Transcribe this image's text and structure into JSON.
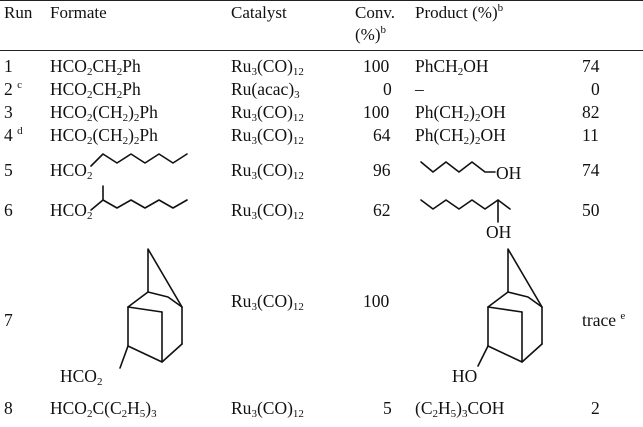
{
  "table": {
    "headers": {
      "run": "Run",
      "formate": "Formate",
      "catalyst": "Catalyst",
      "conv": "Conv.",
      "conv_unit": "(%)",
      "conv_note": "b",
      "product": "Product (%)",
      "product_note": "b"
    },
    "rows": [
      {
        "run": "1",
        "note": "",
        "formate": "HCO2CH2Ph",
        "catalyst": "Ru3(CO)12",
        "conv": "100",
        "product": "PhCH2OH",
        "yield": "74"
      },
      {
        "run": "2",
        "note": "c",
        "formate": "HCO2CH2Ph",
        "catalyst": "Ru(acac)3",
        "conv": "0",
        "product": "–",
        "yield": "0"
      },
      {
        "run": "3",
        "note": "",
        "formate": "HCO2(CH2)2Ph",
        "catalyst": "Ru3(CO)12",
        "conv": "100",
        "product": "Ph(CH2)2OH",
        "yield": "82"
      },
      {
        "run": "4",
        "note": "d",
        "formate": "HCO2(CH2)2Ph",
        "catalyst": "Ru3(CO)12",
        "conv": "64",
        "product": "Ph(CH2)2OH",
        "yield": "11"
      },
      {
        "run": "5",
        "note": "",
        "formate": "HCO2",
        "catalyst": "Ru3(CO)12",
        "conv": "96",
        "product": "OH",
        "yield": "74"
      },
      {
        "run": "6",
        "note": "",
        "formate": "HCO2",
        "catalyst": "Ru3(CO)12",
        "conv": "62",
        "product": "OH",
        "yield": "50"
      },
      {
        "run": "7",
        "note": "",
        "formate": "HCO2",
        "catalyst": "Ru3(CO)12",
        "conv": "100",
        "product": "HO",
        "yield": "trace",
        "yield_note": "e"
      },
      {
        "run": "8",
        "note": "",
        "formate": "HCO2C(C2H5)3",
        "catalyst": "Ru3(CO)12",
        "conv": "5",
        "product": "(C2H5)3COH",
        "yield": "2"
      }
    ]
  }
}
